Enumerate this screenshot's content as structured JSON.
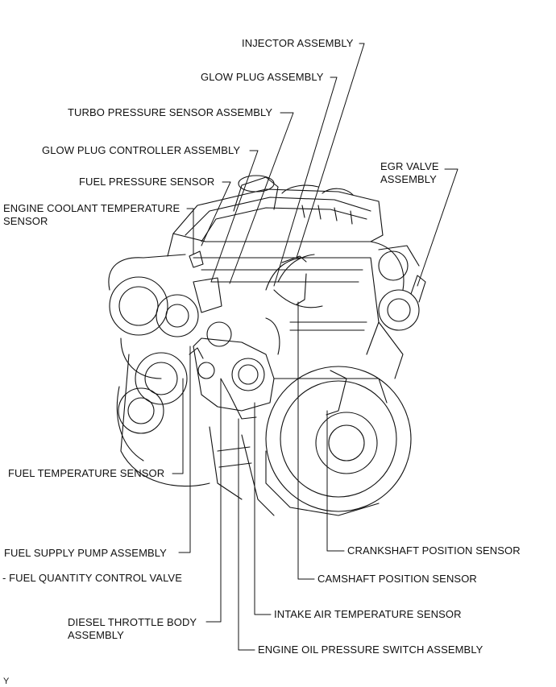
{
  "labels": {
    "injector": "INJECTOR ASSEMBLY",
    "glow_plug": "GLOW PLUG ASSEMBLY",
    "turbo_pressure": "TURBO PRESSURE SENSOR ASSEMBLY",
    "glow_plug_controller": "GLOW PLUG CONTROLLER ASSEMBLY",
    "fuel_pressure": "FUEL PRESSURE SENSOR",
    "coolant_temp_line1": "ENGINE COOLANT TEMPERATURE",
    "coolant_temp_line2": "SENSOR",
    "egr_line1": "EGR VALVE",
    "egr_line2": "ASSEMBLY",
    "fuel_temp": "FUEL TEMPERATURE SENSOR",
    "fuel_supply_pump": "FUEL SUPPLY PUMP ASSEMBLY",
    "fuel_quantity_valve": "- FUEL QUANTITY CONTROL VALVE",
    "crankshaft": "CRANKSHAFT POSITION SENSOR",
    "camshaft": "CAMSHAFT POSITION SENSOR",
    "throttle_line1": "DIESEL THROTTLE BODY",
    "throttle_line2": "ASSEMBLY",
    "intake_air_temp": "INTAKE AIR TEMPERATURE SENSOR",
    "oil_pressure": "ENGINE OIL PRESSURE SWITCH ASSEMBLY",
    "corner_mark": "Y"
  }
}
